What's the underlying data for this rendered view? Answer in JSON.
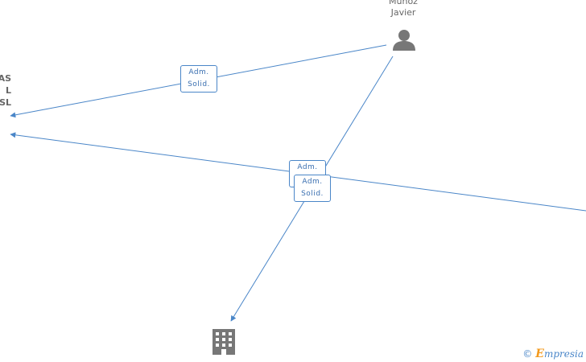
{
  "person": {
    "name_line1": "Muñoz",
    "name_line2": "Javier",
    "icon": "person-icon"
  },
  "left_company": {
    "label_line1": "AS",
    "label_line2": "L",
    "label_line3": "SL"
  },
  "bottom_company": {
    "icon": "building-icon"
  },
  "relations": [
    {
      "line1": "Adm.",
      "line2": "Solid."
    },
    {
      "line1": "Adm.",
      "line2": ""
    },
    {
      "line1": "Adm.",
      "line2": "Solid."
    }
  ],
  "footer": {
    "copyright_symbol": "©",
    "brand_initial": "E",
    "brand_rest": "mpresia"
  },
  "colors": {
    "edge": "#4a86c8",
    "icon": "#777777",
    "text": "#666666",
    "brand_accent": "#f39a1e"
  }
}
